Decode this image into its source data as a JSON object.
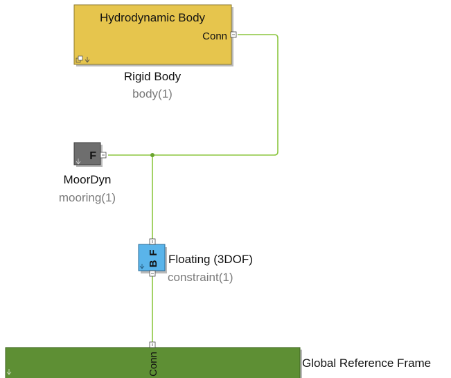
{
  "colors": {
    "line": "#8cc63f",
    "junction": "#6aa42f",
    "body_fill": "#e6c54d",
    "body_border": "#8c7a2e",
    "mooring_fill": "#6e6e6e",
    "floating_fill": "#5ab4ea",
    "ground_fill": "#5e8f34",
    "secondary_text": "#7a7a7a"
  },
  "blocks": {
    "body": {
      "title": "Hydrodynamic Body",
      "port": "Conn",
      "name": "Rigid Body",
      "param": "body(1)"
    },
    "mooring": {
      "port": "F",
      "name": "MoorDyn",
      "param": "mooring(1)"
    },
    "floating": {
      "ports": [
        "F",
        "B"
      ],
      "name": "Floating (3DOF)",
      "param": "constraint(1)"
    },
    "ground": {
      "port": "Conn",
      "name": "Global Reference Frame"
    }
  }
}
